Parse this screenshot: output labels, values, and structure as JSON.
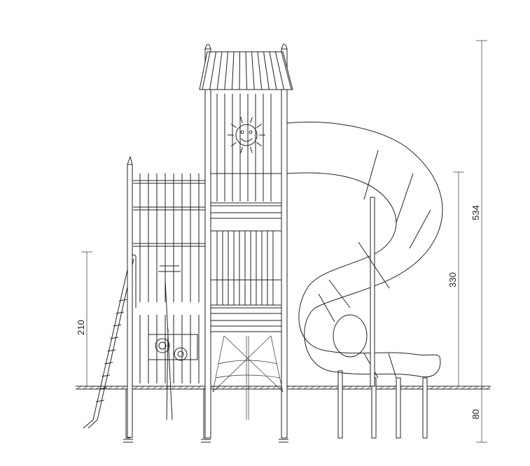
{
  "drawing": {
    "type": "playground tower with spiral tube slide, side elevation",
    "line_color": "#222222",
    "background": "#ffffff"
  },
  "dimensions": {
    "overall_height": "534",
    "platform_height": "330",
    "side_height": "210",
    "foundation_depth": "80"
  },
  "icons": [
    "sun-face-icon"
  ]
}
